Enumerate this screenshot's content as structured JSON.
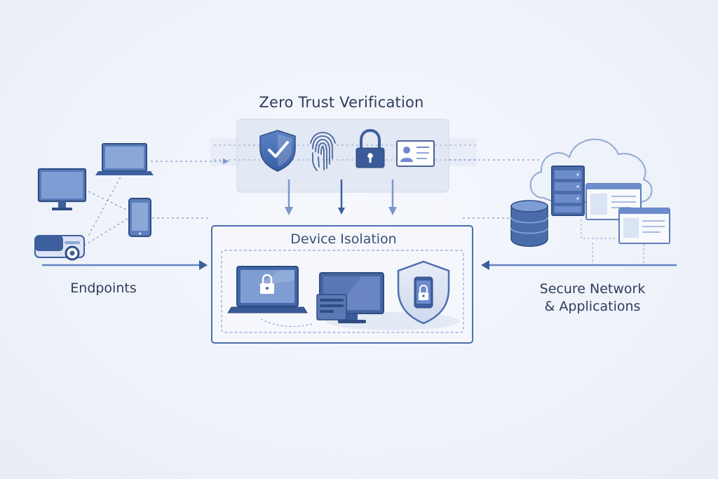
{
  "zero_trust": {
    "title": "Zero Trust Verification"
  },
  "isolation": {
    "title": "Device Isolation"
  },
  "endpoints": {
    "title": "Endpoints"
  },
  "network": {
    "title_line1": "Secure Network",
    "title_line2": "& Applications"
  },
  "colors": {
    "primary": "#3d5f9e",
    "primary_dark": "#2f4d84",
    "secondary": "#6d8ccc",
    "light": "#dbe4f5",
    "panel": "#e4eaf5",
    "border": "#4a6fb0",
    "text": "#2e3d5c"
  },
  "icons": {
    "verification": [
      "shield-check-icon",
      "fingerprint-icon",
      "padlock-icon",
      "id-card-icon"
    ],
    "isolation": [
      "laptop-lock-icon",
      "desktop-icon",
      "shield-phone-icon"
    ],
    "endpoints": [
      "monitor-icon",
      "laptop-icon",
      "phone-icon",
      "projector-icon"
    ],
    "network": [
      "cloud-icon",
      "server-icon",
      "database-icon",
      "browser-window-icon"
    ]
  }
}
